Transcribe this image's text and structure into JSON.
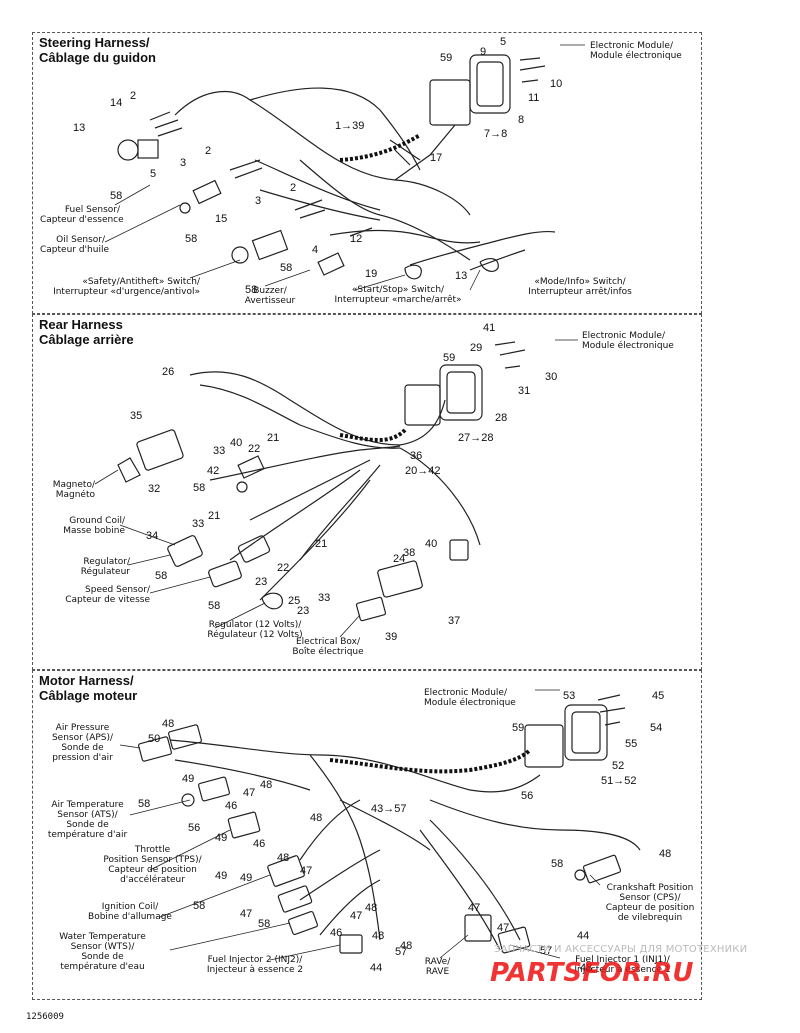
{
  "panels": {
    "steering": {
      "title_en": "Steering Harness/",
      "title_fr": "Câblage du guidon"
    },
    "rear": {
      "title_en": "Rear Harness",
      "title_fr": "Câblage arrière"
    },
    "motor": {
      "title_en": "Motor Harness/",
      "title_fr": "Câblage moteur"
    }
  },
  "steering_labels": {
    "ecm": "Electronic Module/\nModule électronique",
    "fuel_sensor": "Fuel Sensor/\nCapteur d'essence",
    "oil_sensor": "Oil Sensor/\nCapteur d'huile",
    "safety": "«Safety/Antitheft» Switch/\nInterrupteur «d'urgence/antivol»",
    "buzzer": "Buzzer/\nAvertisseur",
    "start_stop": "«Start/Stop» Switch/\nInterrupteur «marche/arrêt»",
    "mode": "«Mode/Info» Switch/\nInterrupteur arrêt/infos"
  },
  "rear_labels": {
    "ecm": "Electronic Module/\nModule électronique",
    "magneto": "Magneto/\nMagnéto",
    "ground_coil": "Ground Coil/\nMasse bobine",
    "regulator": "Regulator/\nRégulateur",
    "speed_sensor": "Speed Sensor/\nCapteur de vitesse",
    "regulator12": "Regulator (12 Volts)/\nRégulateur (12 Volts)",
    "electrical_box": "Electrical Box/\nBoîte électrique"
  },
  "motor_labels": {
    "ecm": "Electronic Module/\nModule électronique",
    "aps": "Air Pressure\nSensor (APS)/\nSonde de\npression d'air",
    "ats": "Air Temperature\nSensor (ATS)/\nSonde de\ntempérature d'air",
    "tps": "Throttle\nPosition Sensor (TPS)/\nCapteur de position\nd'accélérateur",
    "ignition": "Ignition Coil/\nBobine d'allumage",
    "wts": "Water Temperature\nSensor (WTS)/\nSonde de\ntempérature d'eau",
    "inj2": "Fuel Injector 2 (INJ2)/\nInjecteur à essence 2",
    "rave": "RAVe/\nRAVE",
    "inj1": "Fuel Injector 1 (INJ1)/\nInjecteur à essence 1",
    "cps": "Crankshaft Position\nSensor (CPS)/\nCapteur de position\nde vilebrequin"
  },
  "callouts": {
    "s": [
      "9",
      "5",
      "10",
      "11",
      "8",
      "59",
      "14",
      "2",
      "13",
      "1→39",
      "7→8",
      "17",
      "58",
      "3",
      "5",
      "2",
      "3",
      "58",
      "15",
      "2",
      "12",
      "4",
      "58",
      "58",
      "19",
      "13"
    ],
    "r": [
      "41",
      "29",
      "30",
      "31",
      "59",
      "26",
      "28",
      "27→28",
      "35",
      "40",
      "22",
      "21",
      "36",
      "20→42",
      "33",
      "32",
      "42",
      "58",
      "21",
      "33",
      "34",
      "58",
      "21",
      "23",
      "22",
      "23",
      "33",
      "58",
      "38",
      "24",
      "40",
      "25",
      "37",
      "39"
    ],
    "m": [
      "53",
      "45",
      "54",
      "55",
      "59",
      "52",
      "51→52",
      "56",
      "48",
      "50",
      "49",
      "47",
      "48",
      "46",
      "58",
      "43→57",
      "49",
      "56",
      "48",
      "48",
      "47",
      "49",
      "46",
      "58",
      "47",
      "48",
      "47",
      "49",
      "46",
      "58",
      "48",
      "57",
      "47",
      "48",
      "44",
      "47",
      "58",
      "48",
      "44",
      "57",
      "48"
    ]
  },
  "watermark": "ЗАПЧАСТИ И АКСЕССУАРЫ ДЛЯ МОТОТЕХНИКИ",
  "logo": "PARTSFOR.RU",
  "drawing_code": "1256009"
}
